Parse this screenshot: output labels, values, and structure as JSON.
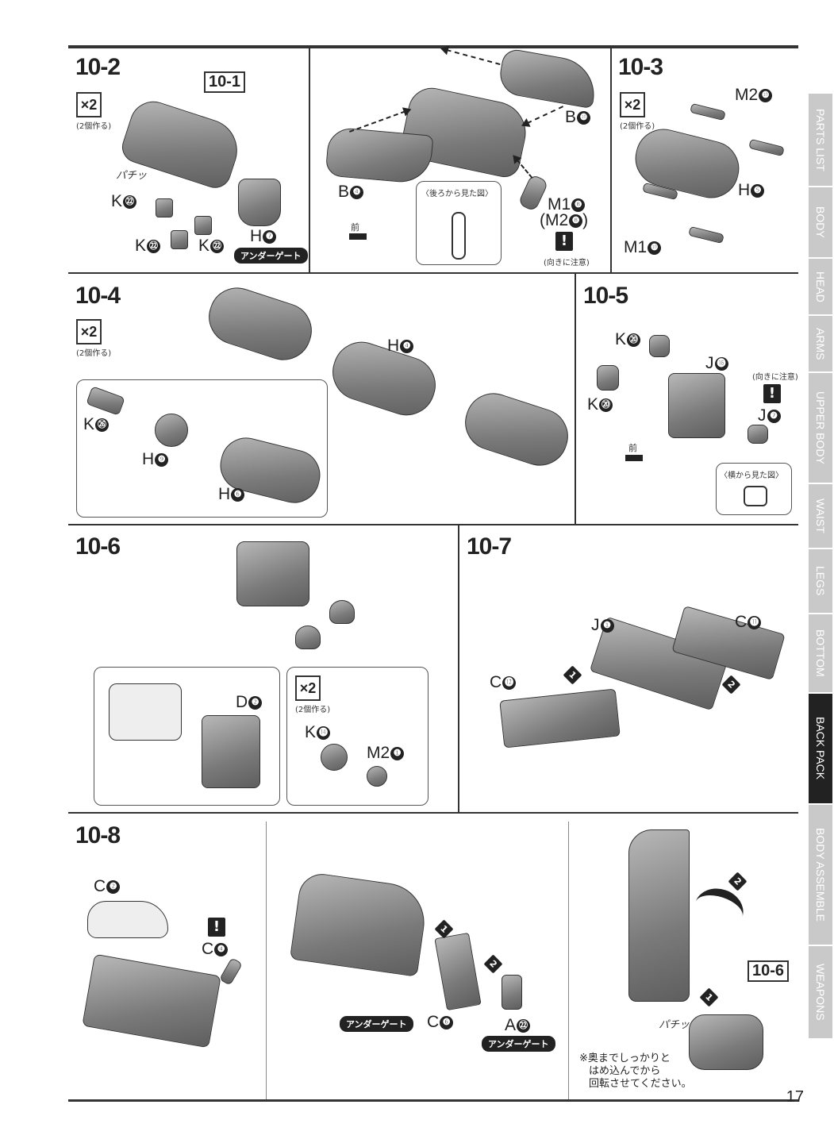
{
  "sections": {
    "s10_2": {
      "label": "10-2",
      "ref": "10-1",
      "x2": "×2",
      "note": "(2個作る)",
      "parts": {
        "k22": "K",
        "h7": "H",
        "b4": "B",
        "b10": "B",
        "m18": "M1",
        "m28": "(M2",
        "m28close": ")"
      },
      "nums": {
        "k22": "㉒",
        "h7": "❼",
        "b4": "❹",
        "b10": "❿",
        "m18": "❽",
        "m28": "❽"
      },
      "underGate": "アンダーゲート",
      "inset": "〈後ろから見た図〉",
      "front": "前",
      "caution": "(向きに注意)",
      "snap": "パチッ"
    },
    "s10_3": {
      "label": "10-3",
      "x2": "×2",
      "note": "(2個作る)",
      "parts": {
        "m210": "M2",
        "h5": "H",
        "m110": "M1"
      },
      "nums": {
        "m210": "❿",
        "h5": "❺",
        "m110": "❿"
      }
    },
    "s10_4": {
      "label": "10-4",
      "x2": "×2",
      "note": "(2個作る)",
      "parts": {
        "h4": "H",
        "k26": "K",
        "h9": "H",
        "h6": "H"
      },
      "nums": {
        "h4": "❹",
        "k26": "㉖",
        "h9": "❾",
        "h6": "❻"
      }
    },
    "s10_5": {
      "label": "10-5",
      "parts": {
        "k20a": "K",
        "k20b": "K",
        "j16": "J",
        "j7": "J"
      },
      "nums": {
        "k20a": "⑳",
        "k20b": "⑳",
        "j16": "⓰",
        "j7": "❼"
      },
      "caution": "(向きに注意)",
      "front": "前",
      "inset": "〈横から見た図〉"
    },
    "s10_6": {
      "label": "10-6",
      "x2": "×2",
      "note": "(2個作る)",
      "parts": {
        "d2": "D",
        "k14": "K",
        "m21": "M2"
      },
      "nums": {
        "d2": "❷",
        "k14": "⓮",
        "m21": "❶"
      }
    },
    "s10_7": {
      "label": "10-7",
      "parts": {
        "j1": "J",
        "c11": "C",
        "c12": "C"
      },
      "nums": {
        "j1": "❶",
        "c11": "⓫",
        "c12": "⓬",
        "s1": "1",
        "s2": "2"
      }
    },
    "s10_8": {
      "label": "10-8",
      "ref": "10-6",
      "parts": {
        "c2": "C",
        "c4": "C",
        "c6": "C",
        "a22": "A"
      },
      "nums": {
        "c2": "❷",
        "c4": "❹",
        "c6": "❻",
        "a22": "㉒",
        "s1": "1",
        "s2": "2"
      },
      "underGate": "アンダーゲート",
      "snap": "パチッ",
      "note": [
        "※奥までしっかりと",
        "はめ込んでから",
        "回転させてください。"
      ]
    }
  },
  "tabs": [
    "PARTS LIST",
    "BODY",
    "HEAD",
    "ARMS",
    "UPPER BODY",
    "WAIST",
    "LEGS",
    "BOTTOM",
    "BACK PACK",
    "BODY ASSEMBLE",
    "WEAPONS"
  ],
  "active_tab": "BACK PACK",
  "page_number": "17",
  "warn_symbol": "!"
}
